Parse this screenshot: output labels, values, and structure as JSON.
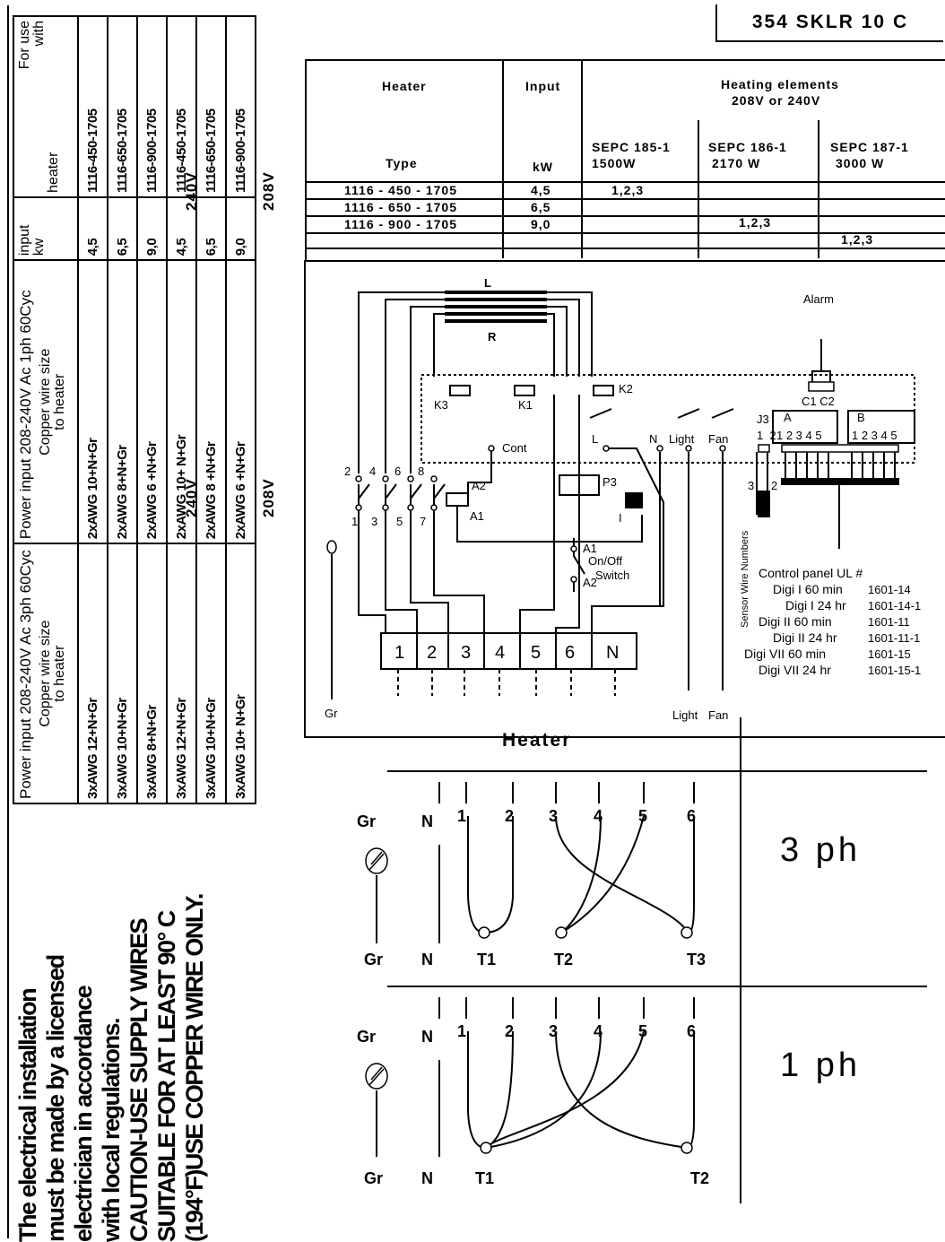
{
  "doc_id": "354 SKLR 10 C",
  "heater_table": {
    "col_heater": "Heater",
    "col_type": "Type",
    "col_input": "Input",
    "col_input_unit": "kW",
    "col_elements": "Heating elements",
    "col_elements_voltage": "208V or 240V",
    "elements": [
      {
        "name": "SEPC 185-1",
        "watt": "1500W"
      },
      {
        "name": "SEPC 186-1",
        "watt": "2170 W"
      },
      {
        "name": "SEPC 187-1",
        "watt": "3000 W"
      }
    ],
    "rows": [
      {
        "type": "1116 - 450 - 1705",
        "kw": "4,5",
        "e1": "1,2,3",
        "e2": "",
        "e3": ""
      },
      {
        "type": "1116 - 650 - 1705",
        "kw": "6,5",
        "e1": "",
        "e2": "1,2,3",
        "e3": ""
      },
      {
        "type": "1116 - 900 - 1705",
        "kw": "9,0",
        "e1": "",
        "e2": "",
        "e3": "1,2,3"
      }
    ]
  },
  "left_table": {
    "for_use_with_heater": [
      "For use",
      "with",
      "heater"
    ],
    "input_kw": [
      "input",
      "kw"
    ],
    "power_1ph": "Power input 208-240V Ac 1ph 60Cyc",
    "power_3ph": "Power input 208-240V Ac 3ph 60Cyc",
    "copper_wire": [
      "Copper wire size",
      "to heater"
    ],
    "v208": "208V",
    "v240": "240V",
    "heaters": [
      "1116-450-1705",
      "1116-650-1705",
      "1116-900-1705",
      "1116-450-1705",
      "1116-650-1705",
      "1116-900-1705"
    ],
    "kw": [
      "4,5",
      "6,5",
      "9,0",
      "4,5",
      "6,5",
      "9,0"
    ],
    "wire_1ph": [
      "2xAWG 10+N+Gr",
      "2xAWG 8+N+Gr",
      "2xAWG 6 +N+Gr",
      "2xAWG 10+ N+Gr",
      "2xAWG 8 +N+Gr",
      "2xAWG 6 +N+Gr"
    ],
    "wire_3ph": [
      "3xAWG 12+N+Gr",
      "3xAWG 10+N+Gr",
      "3xAWG 8+N+Gr",
      "3xAWG 12+N+Gr",
      "3xAWG 10+N+Gr",
      "3xAWG 10+ N+Gr"
    ]
  },
  "caution_lines": [
    "The electrical installation",
    "must be made by a licensed",
    "electrician in accordance",
    "with local regulations.",
    "CAUTION-USE SUPPLY WIRES",
    "SUITABLE FOR AT LEAST 90° C",
    "(194°F)USE COPPER WIRE ONLY."
  ],
  "schematic": {
    "L": "L",
    "R": "R",
    "alarm": "Alarm",
    "K1": "K1",
    "K2": "K2",
    "K3": "K3",
    "cont": "Cont",
    "c1c2": "C1 C2",
    "lbl_L": "L",
    "lbl_N": "N",
    "light": "Light",
    "fan": "Fan",
    "J3": "J3",
    "A": "A",
    "B": "B",
    "j3_pins": "1  2",
    "a_pins": "1 2 3 4 5",
    "b_pins": "1 2 3 4 5",
    "A1": "A1",
    "A2": "A2",
    "P3": "P3",
    "I": "I",
    "onoff1": "On/Off",
    "onoff2": "Switch",
    "top_contacts": [
      "2",
      "4",
      "6",
      "8"
    ],
    "bottom_contacts": [
      "1",
      "3",
      "5",
      "7"
    ],
    "sensor_pins": [
      "3",
      "2"
    ],
    "sensor_label": "Sensor Wire Numbers",
    "terminals": [
      "1",
      "2",
      "3",
      "4",
      "5",
      "6",
      "N"
    ],
    "gr": "Gr",
    "light_bottom": "Light",
    "fan_bottom": "Fan",
    "control_panel_title": "Control panel UL #",
    "control_panels": [
      {
        "name": "Digi I 60 min",
        "ul": "1601-14"
      },
      {
        "name": "Digi I 24 hr",
        "ul": "1601-14-1"
      },
      {
        "name": "Digi II 60 min",
        "ul": "1601-11"
      },
      {
        "name": "Digi II 24 hr",
        "ul": "1601-11-1"
      },
      {
        "name": "Digi VII 60 min",
        "ul": "1601-15"
      },
      {
        "name": "Digi VII 24 hr",
        "ul": "1601-15-1"
      }
    ]
  },
  "heater_wiring": {
    "title": "Heater",
    "three_phase": {
      "label": "3 ph",
      "top": [
        "Gr",
        "N",
        "1",
        "2",
        "3",
        "4",
        "5",
        "6"
      ],
      "bottom": [
        "Gr",
        "N",
        "T1",
        "T2",
        "T3"
      ]
    },
    "one_phase": {
      "label": "1 ph",
      "top": [
        "Gr",
        "N",
        "1",
        "2",
        "3",
        "4",
        "5",
        "6"
      ],
      "bottom": [
        "Gr",
        "N",
        "T1",
        "T2"
      ]
    }
  }
}
